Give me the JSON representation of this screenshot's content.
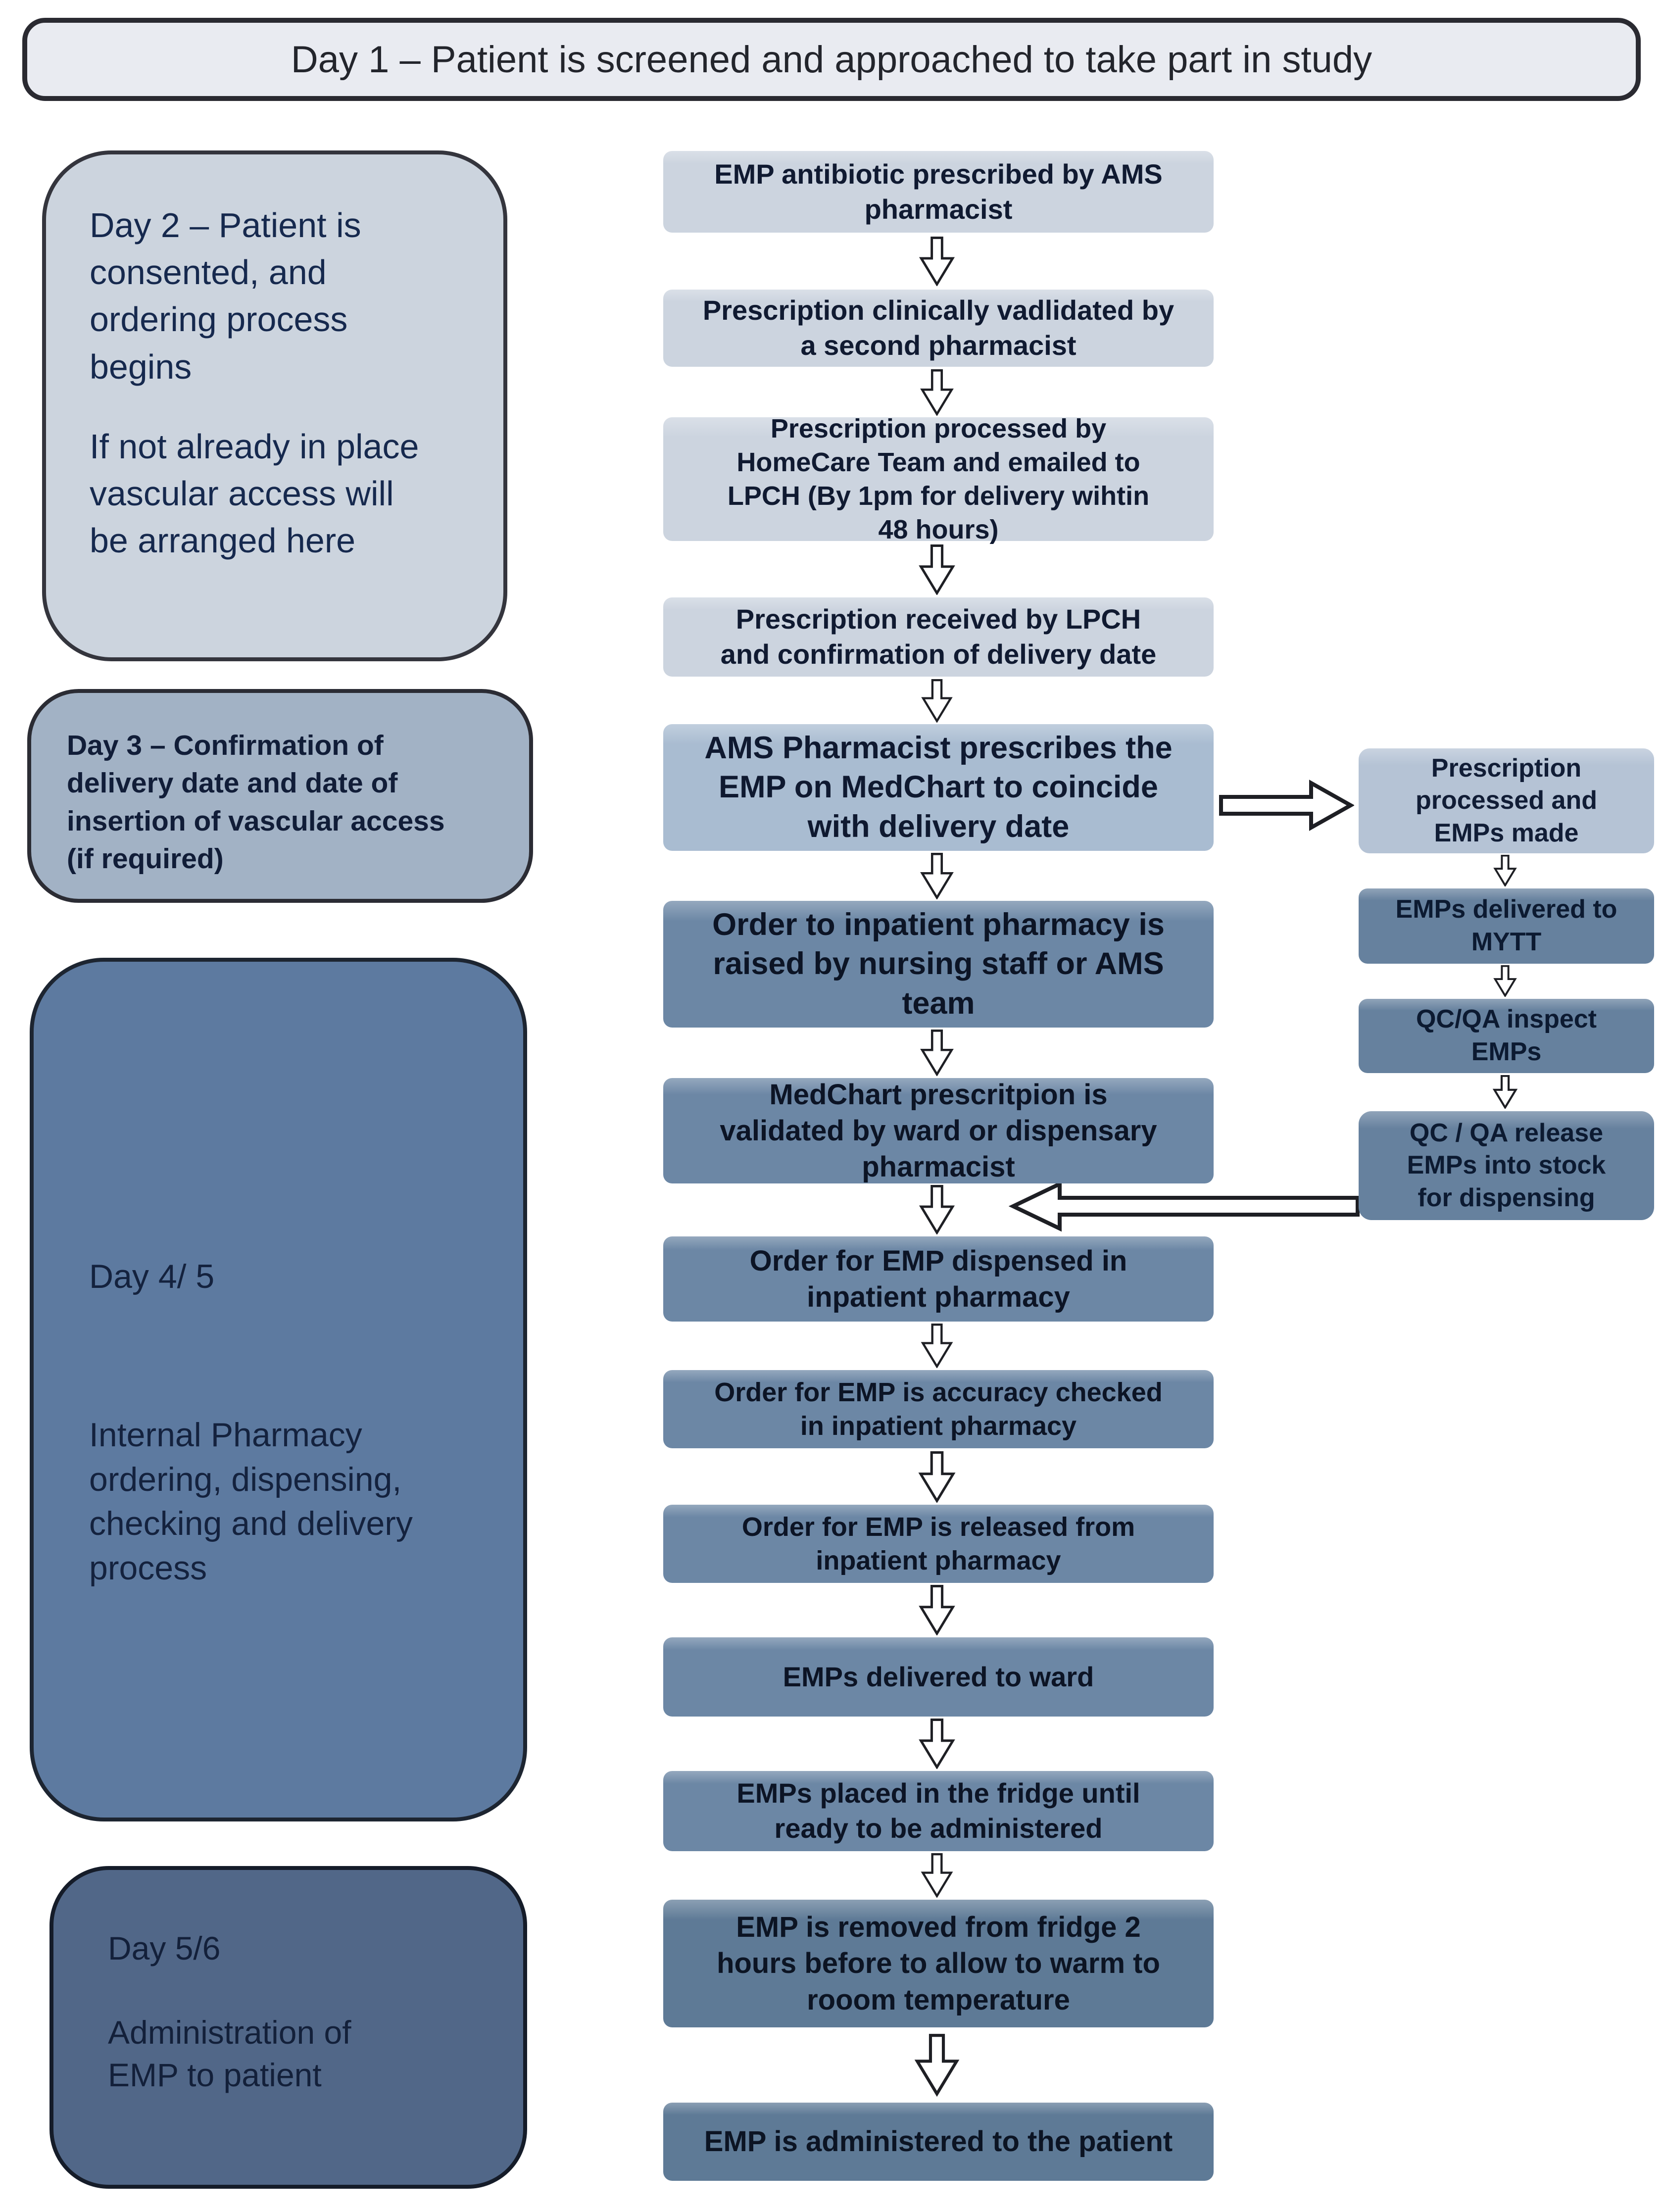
{
  "header": {
    "title": "Day 1 – Patient is screened and approached to take part in study"
  },
  "left_column": {
    "day2": {
      "para1": "Day 2 – Patient is\nconsented, and\nordering process\nbegins",
      "para2": "If not already in place\nvascular access will\nbe arranged here"
    },
    "day3": {
      "para1": "Day 3 – Confirmation of\ndelivery date and date of\ninsertion of vascular access\n(if required)"
    },
    "day45": {
      "para1": "Day 4/ 5",
      "para2": "Internal Pharmacy\nordering, dispensing,\nchecking and delivery\nprocess"
    },
    "day56": {
      "para1": "Day 5/6",
      "para2": "Administration of\nEMP to patient"
    }
  },
  "center_flow": {
    "steps": [
      {
        "label": "EMP antibiotic prescribed by AMS\npharmacist"
      },
      {
        "label": "Prescription clinically vadlidated by\na second pharmacist"
      },
      {
        "label": "Prescription processed by\nHomeCare Team and emailed to\nLPCH (By 1pm for delivery wihtin\n48 hours)"
      },
      {
        "label": "Prescription received by LPCH\nand confirmation of delivery date"
      },
      {
        "label": "AMS Pharmacist prescribes the\nEMP on MedChart to coincide\nwith delivery date"
      },
      {
        "label": "Order to inpatient pharmacy is\nraised by nursing staff or AMS\nteam"
      },
      {
        "label": "MedChart prescritpion is\nvalidated by ward or dispensary\npharmacist"
      },
      {
        "label": "Order for EMP dispensed in\ninpatient pharmacy"
      },
      {
        "label": "Order for EMP is accuracy checked\nin inpatient pharmacy"
      },
      {
        "label": "Order for EMP is released from\ninpatient pharmacy"
      },
      {
        "label": "EMPs delivered to ward"
      },
      {
        "label": "EMPs placed in the fridge until\nready to be administered"
      },
      {
        "label": "EMP is removed from fridge 2\nhours before to allow to warm to\nrooom temperature"
      },
      {
        "label": "EMP is administered to the patient"
      }
    ]
  },
  "right_flow": {
    "steps": [
      {
        "label": "Prescription\nprocessed and\nEMPs made"
      },
      {
        "label": "EMPs delivered to\nMYTT"
      },
      {
        "label": "QC/QA inspect\nEMPs"
      },
      {
        "label": "QC / QA release\nEMPs into stock\nfor dispensing"
      }
    ]
  },
  "palette": {
    "page_bg": "#ffffff",
    "outline": "#2a2a31",
    "header_fill": "#e9ebf1",
    "day2_fill": "#ccd4de",
    "day3_fill": "#a2b2c5",
    "day45_fill": "#5d7aa0",
    "day56_fill": "#516788",
    "step_light_fill": "#ccd4df",
    "step_medium_fill": "#a9bcd1",
    "step_blue_fill": "#6c87a5",
    "step_dark_fill": "#5e7a96",
    "branch_light_fill": "#b5c3d5",
    "branch_blue_fill": "#66819e",
    "arrow_fill": "#ffffff",
    "text_dark_navy": "#14223e"
  }
}
